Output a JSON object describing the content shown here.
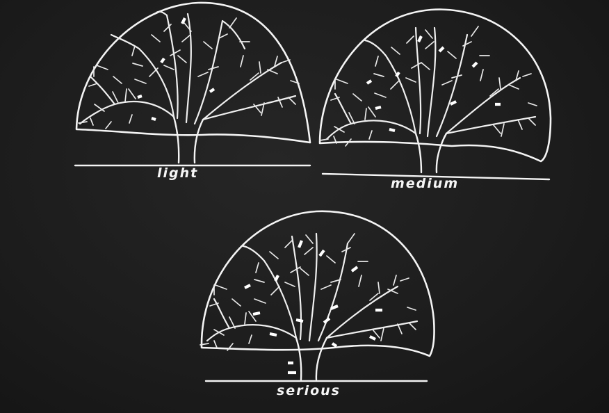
{
  "figure": {
    "panels": [
      {
        "id": "light",
        "caption": "light",
        "dieback_level": "light"
      },
      {
        "id": "medium",
        "caption": "medium",
        "dieback_level": "medium"
      },
      {
        "id": "serious",
        "caption": "serious",
        "dieback_level": "serious"
      }
    ]
  },
  "colors": {
    "background": "#1d1d1d",
    "line": "#f4f4f4"
  }
}
